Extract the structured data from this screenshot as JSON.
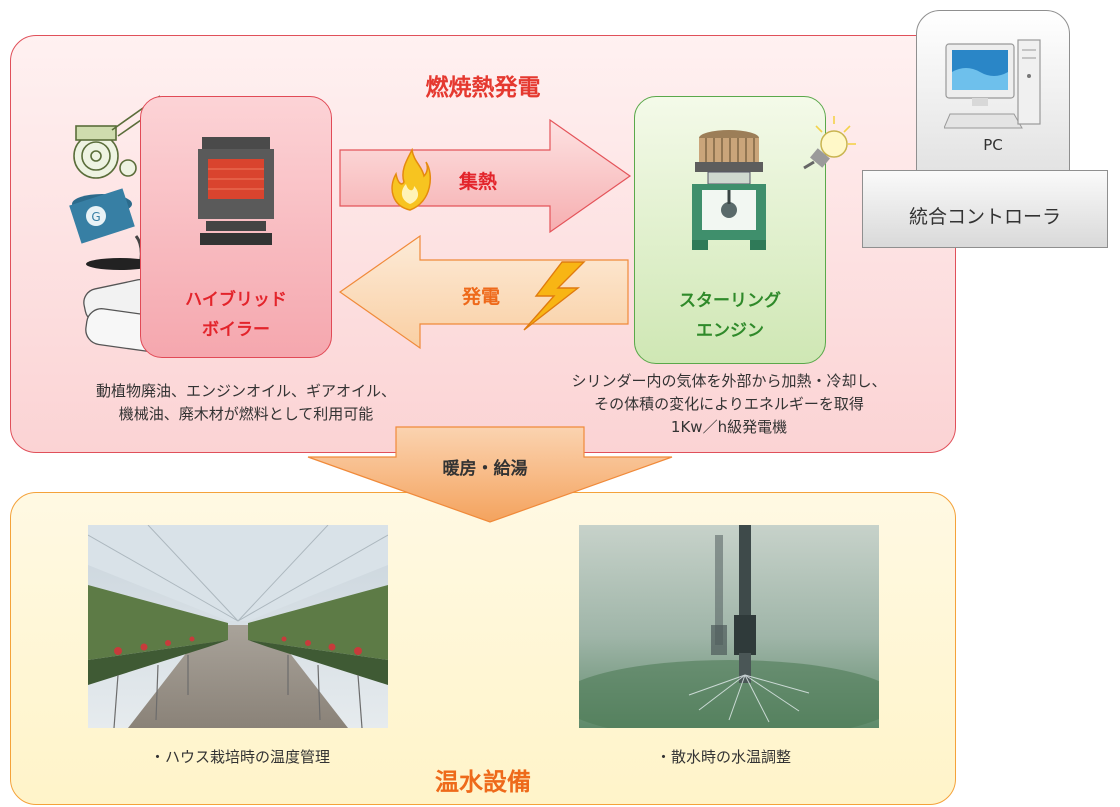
{
  "panels": {
    "top_title": "燃焼熱発電",
    "bottom_title": "温水設備"
  },
  "boiler": {
    "line1": "ハイブリッド",
    "line2": "ボイラー"
  },
  "engine": {
    "line1": "スターリング",
    "line2": "エンジン"
  },
  "arrows": {
    "heat": "集熱",
    "power": "発電",
    "heating": "暖房・給湯"
  },
  "descriptions": {
    "left_line1": "動植物廃油、エンジンオイル、ギアオイル、",
    "left_line2": "機械油、廃木材が燃料として利用可能",
    "right_line1": "シリンダー内の気体を外部から加熱・冷却し、",
    "right_line2": "その体積の変化によりエネルギーを取得",
    "right_line3": "1Kw／h級発電機"
  },
  "pc": {
    "label": "PC"
  },
  "controller": {
    "label": "統合コントローラ"
  },
  "captions": {
    "left": "・ハウス栽培時の温度管理",
    "right": "・散水時の水温調整"
  },
  "colors": {
    "accent_red": "#e3242b",
    "accent_green": "#2f8a2a",
    "accent_orange": "#ee6a1b"
  }
}
